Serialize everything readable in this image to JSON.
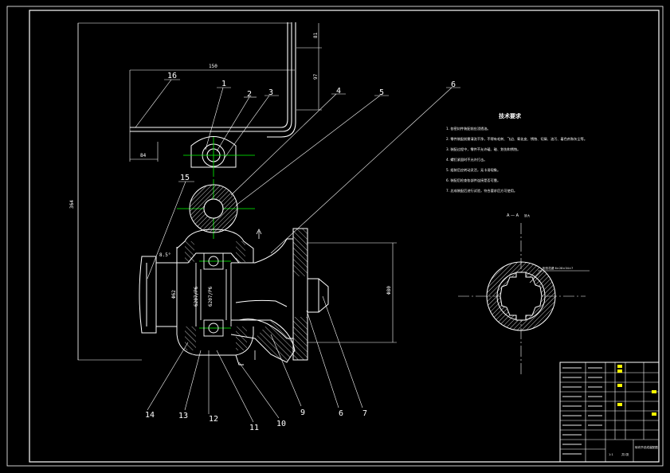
{
  "balloons": [
    {
      "label": "1"
    },
    {
      "label": "2"
    },
    {
      "label": "3"
    },
    {
      "label": "4"
    },
    {
      "label": "5"
    },
    {
      "label": "6"
    },
    {
      "label": "7"
    },
    {
      "label": "6"
    },
    {
      "label": "9"
    },
    {
      "label": "10"
    },
    {
      "label": "11"
    },
    {
      "label": "12"
    },
    {
      "label": "13"
    },
    {
      "label": "14"
    },
    {
      "label": "15"
    },
    {
      "label": "16"
    }
  ],
  "dimensions": {
    "top_width": "150",
    "left_small": "84",
    "overall_height": "364",
    "right_upper": "81",
    "right_lower": "97",
    "flange_dia": "Φ80",
    "bore_dia": "Φ62",
    "angle": "8.5°",
    "bearing_left": "6207/P6",
    "bearing_right": "6207/P6"
  },
  "tech_requirements": {
    "title": "技术要求",
    "items": [
      "1. 各密封件装配前应浸透油。",
      "2. 零件装配前需清洗干净，不得有毛刺、飞边、氧化皮、锈蚀、切屑、油污、着色剂和灰尘等。",
      "3. 装配过程中，零件不允许磕、碰、划伤和锈蚀。",
      "4. 螺钉紧固时不允许打击。",
      "5. 组装后应转动灵活，无卡滞现象。",
      "6. 装配后检查各部件连接是否可靠。",
      "7. 总成装配后进行试验，符合要求后方可使用。"
    ]
  },
  "section": {
    "label": "A — A",
    "scale": "放大",
    "note": "矩形花键 6×28×34×7"
  },
  "title_block": {
    "drawing_title": "转向节总成装配图",
    "scale_label": "1:1",
    "sheet_label": "共1张"
  }
}
